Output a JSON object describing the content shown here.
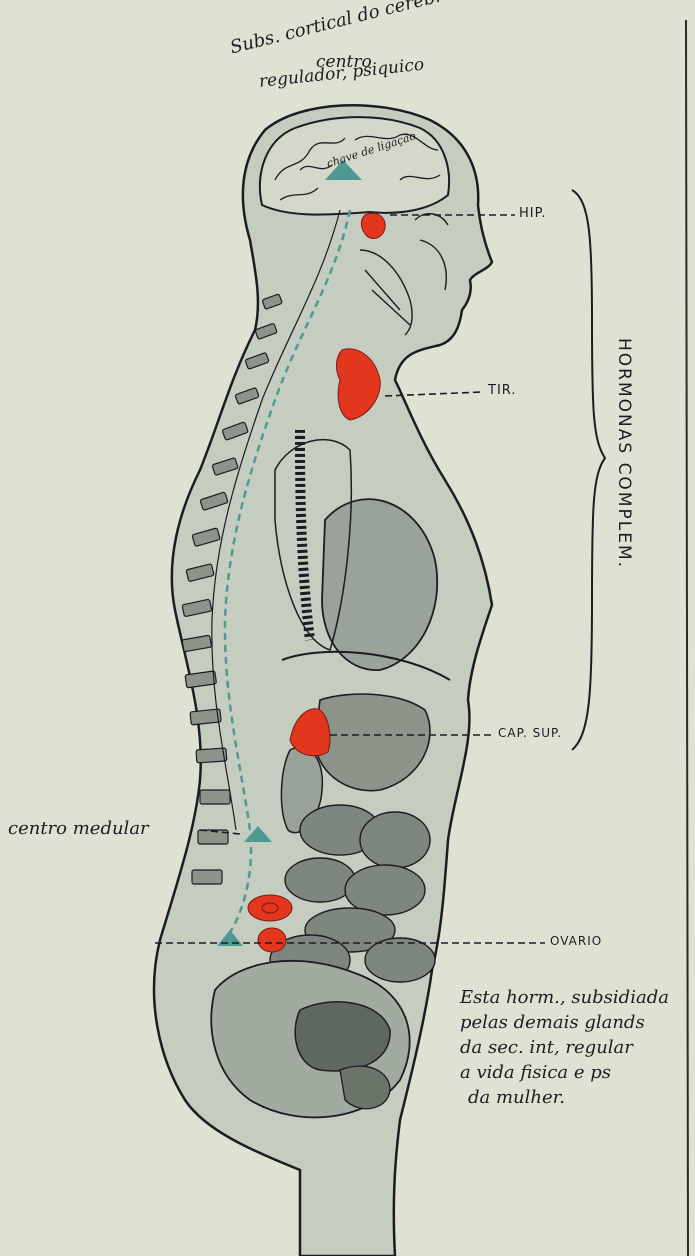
{
  "labels": {
    "top_line1": "Subs. cortical do cerebro",
    "top_line2": "centro",
    "top_line3": "regulador, psiquico",
    "brain_label": "chave de ligação",
    "hip": "HIP.",
    "tir": "TIR.",
    "cap_sup": "CAP. SUP.",
    "ovario": "OVARIO",
    "centro_medular": "centro medular",
    "hormonas": "HORMONAS COMPLEM."
  },
  "note_lines": [
    "Esta horm., subsidiada",
    "pelas demais glands",
    "da sec. int, regular",
    "a vida fisica e ps",
    "da mulher."
  ],
  "colors": {
    "paper": "#dfe2d3",
    "body_tint": "#c5cdc0",
    "ink": "#1c1c22",
    "gland_red": "#e3361e",
    "teal": "#4d9a92"
  }
}
